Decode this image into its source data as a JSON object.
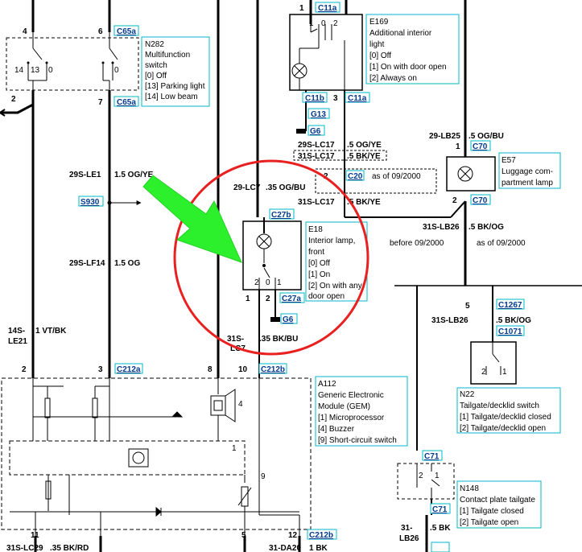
{
  "components": {
    "n282": {
      "id": "N282",
      "title": "Multifunction",
      "title2": "switch",
      "s0": "[0] Off",
      "s13": "[13] Parking light",
      "s14": "[14] Low beam"
    },
    "e169": {
      "id": "E169",
      "title": "Additional interior",
      "title2": "light",
      "s0": "[0] Off",
      "s1": "[1] On with door open",
      "s2": "[2] Always on"
    },
    "e57": {
      "id": "E57",
      "title": "Luggage com-",
      "title2": "partment lamp"
    },
    "e18": {
      "id": "E18",
      "title": "Interior lamp,",
      "title2": "front",
      "s0": "[0] Off",
      "s1": "[1] On",
      "s2": "[2] On with any",
      "s2b": "door open"
    },
    "a112": {
      "id": "A112",
      "title": "Generic Electronic",
      "title2": "Module (GEM)",
      "s1": "[1] Microprocessor",
      "s4": "[4] Buzzer",
      "s9": "[9] Short-circuit switch"
    },
    "n22": {
      "id": "N22",
      "title": "Tailgate/decklid switch",
      "s1": "[1] Tailgate/decklid closed",
      "s2": "[2] Tailgate/decklid open"
    },
    "n148": {
      "id": "N148",
      "title": "Contact plate tailgate",
      "s1": "[1] Tailgate closed",
      "s2": "[2] Tailgate open"
    }
  },
  "connectors": {
    "c65a_top": "C65a",
    "c65a_bot": "C65a",
    "c11a_top": "C11a",
    "c11b": "C11b",
    "c11a_bot": "C11a",
    "g13": "G13",
    "g6_top": "G6",
    "c70_top": "C70",
    "c70_bot": "C70",
    "c20": "C20",
    "c27b": "C27b",
    "c27a": "C27a",
    "g6_mid": "G6",
    "s930": "S930",
    "c212a": "C212a",
    "c212b_top": "C212b",
    "c1267": "C1267",
    "c1071": "C1071",
    "c71_top": "C71",
    "c71_bot": "C71",
    "c212b_bot": "C212b"
  },
  "pins": {
    "n282_4": "4",
    "n282_6": "6",
    "n282_2": "2",
    "n282_7": "7",
    "e169_1": "1",
    "e169_3": "3",
    "e57_1": "1",
    "e57_2": "2",
    "e18_1": "1",
    "e18_2": "2",
    "a112_2": "2",
    "a112_3": "3",
    "a112_8": "8",
    "a112_10": "10",
    "a112_11": "11",
    "a112_5": "5",
    "a112_12": "12",
    "n22_5": "5",
    "a112_in_1": "1",
    "a112_in_4": "4",
    "a112_in_9": "9",
    "e169_in_1": "1",
    "e169_in_0": "0",
    "e169_in_2": "2",
    "e18_in_2": "2",
    "e18_in_0": "0",
    "e18_in_1": "1",
    "n282_in_14": "14",
    "n282_in_13": "13",
    "n282_in_0": "0",
    "n22_in_2": "2",
    "n22_in_1": "1",
    "n148_in_2": "2",
    "n148_in_1": "1"
  },
  "wires": {
    "w_29s_lc17_a": "29S-LC17",
    "w_29s_lc17_a_sz": ".5 OG/YE",
    "w_31s_lc17_a": "31S-LC17",
    "w_31s_lc17_a_sz": ".5 BK/YE",
    "w_29s_le1": "29S-LE1",
    "w_29s_le1_sz": "1.5 OG/YE",
    "w_29_lc7": "29-LC7",
    "w_29_lc7_sz": ".35 OG/BU",
    "w_31s_lc17_b": "31S-LC17",
    "w_31s_lc17_b_sz": ".5 BK/YE",
    "w_29_lb25": "29-LB25",
    "w_29_lb25_sz": ".5 OG/BU",
    "w_31s_lb26": "31S-LB26",
    "w_31s_lb26_sz": ".5 BK/OG",
    "w_29s_lf14": "29S-LF14",
    "w_29s_lf14_sz": "1.5 OG",
    "w_14s_le21": "14S-",
    "w_14s_le21b": "LE21",
    "w_14s_le21_sz": "1 VT/BK",
    "w_31s_lc7": "31S-",
    "w_31s_lc7b": "LC7",
    "w_31s_lc7_sz": ".35 BK/BU",
    "w_31s_lb26_b": "31S-LB26",
    "w_31s_lb26_b_sz": ".5 BK/OG",
    "w_31_lb26": "31-",
    "w_31_lb26b": "LB26",
    "w_31_lb26_sz": ".5 BK",
    "w_31s_lc29": "31S-LC29",
    "w_31s_lc29_sz": ".35 BK/RD",
    "w_31_da20": "31-DA20",
    "w_31_da20_sz": "1 BK",
    "asof_c20": "as of 09/2000",
    "before": "before 09/2000",
    "asof_e57": "as of 09/2000"
  }
}
